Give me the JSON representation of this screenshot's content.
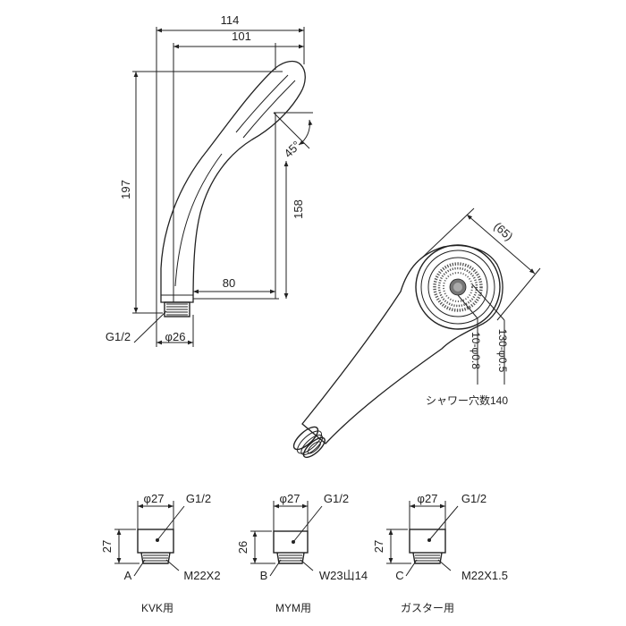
{
  "side_view": {
    "dim_114": "114",
    "dim_101": "101",
    "dim_197": "197",
    "dim_158": "158",
    "dim_80": "80",
    "dim_45": "45°",
    "thread_label": "G1/2",
    "diameter_label": "φ26"
  },
  "front_view": {
    "dim_65": "(65)",
    "holes_large": "10-φ0.8",
    "holes_small": "130-φ0.5",
    "hole_count_label": "シャワー穴数140"
  },
  "adapters": [
    {
      "diameter": "φ27",
      "thread": "G1/2",
      "height": "27",
      "letter": "A",
      "spec": "M22X2",
      "caption": "KVK用"
    },
    {
      "diameter": "φ27",
      "thread": "G1/2",
      "height": "26",
      "letter": "B",
      "spec": "W23山14",
      "caption": "MYM用"
    },
    {
      "diameter": "φ27",
      "thread": "G1/2",
      "height": "27",
      "letter": "C",
      "spec": "M22X1.5",
      "caption": "ガスター用"
    }
  ]
}
